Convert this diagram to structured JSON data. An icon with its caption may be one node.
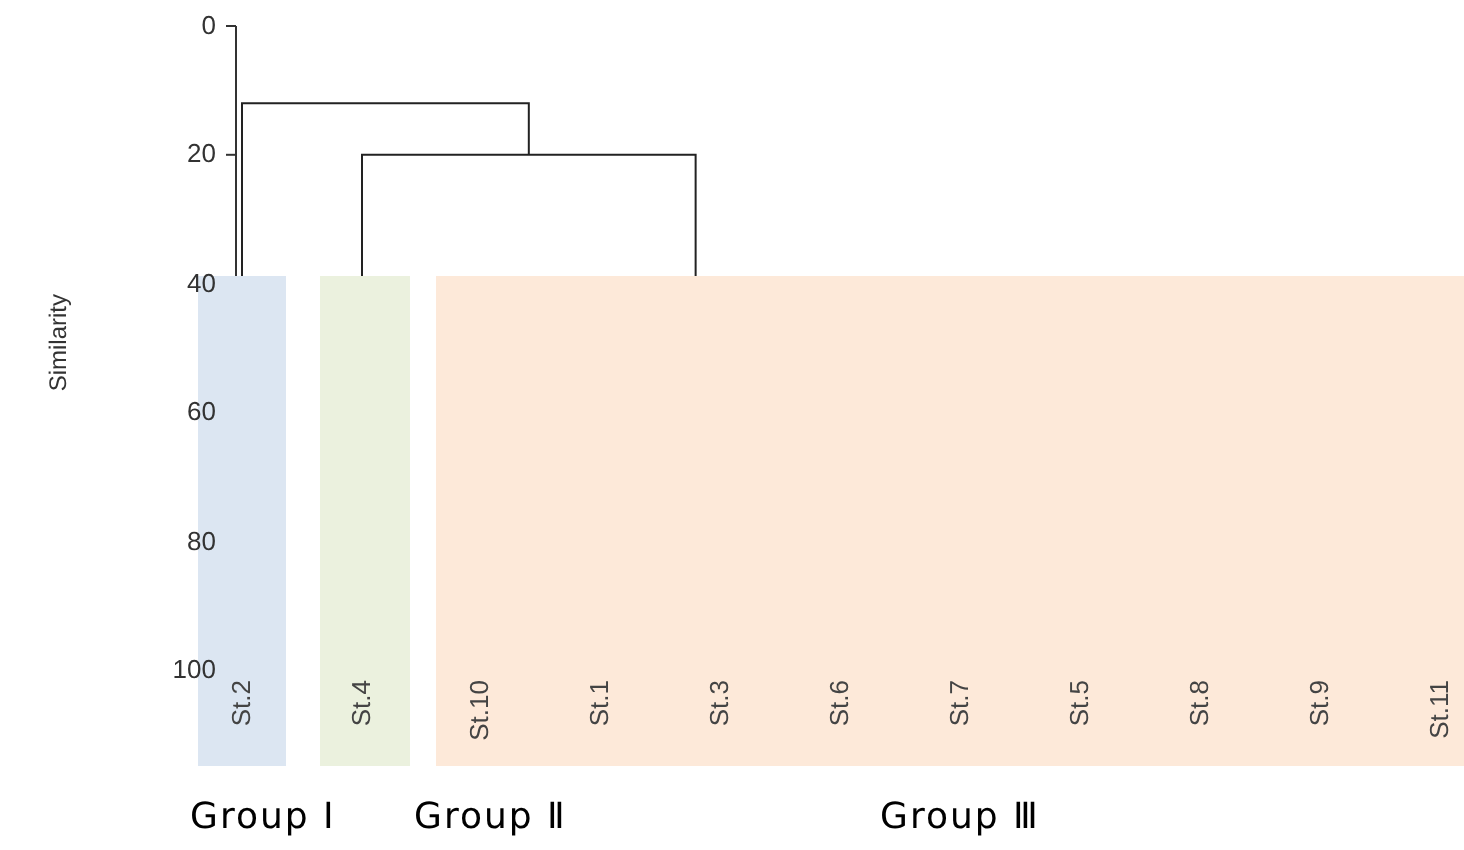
{
  "diagram": {
    "nodes": [
      {
        "text": [
          "Group Ⅰ"
        ]
      },
      {
        "text": [
          "St.2"
        ],
        "in": 0
      },
      {
        "text": [
          "Group Ⅱ"
        ]
      },
      {
        "text": [
          "St.4"
        ],
        "in": 2
      },
      {
        "text": [
          "Group Ⅲ"
        ]
      },
      {
        "text": [
          "St.10"
        ],
        "in": 4
      },
      {
        "text": [
          "St.1"
        ],
        "in": 4
      },
      {
        "text": [
          "St.3"
        ],
        "in": 4
      },
      {
        "text": [
          "St.6"
        ],
        "in": 4
      },
      {
        "text": [
          "St.7"
        ],
        "in": 4
      },
      {
        "text": [
          "St.5"
        ],
        "in": 4
      },
      {
        "text": [
          "St.8"
        ],
        "in": 4
      },
      {
        "text": [
          "St.9"
        ],
        "in": 4
      },
      {
        "text": [
          "St.11"
        ],
        "in": 4
      }
    ],
    "labels": [
      "0",
      "20",
      "40",
      "60",
      "80",
      "100",
      "Similarity"
    ]
  }
}
